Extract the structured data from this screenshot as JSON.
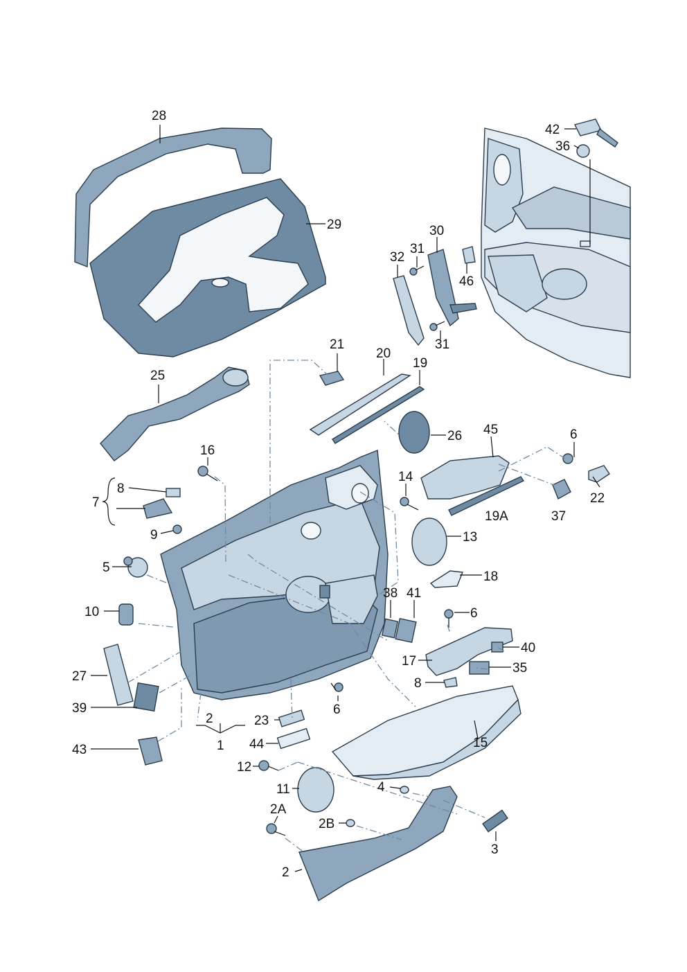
{
  "callouts": {
    "c1": "1",
    "c2a": "2",
    "c2b": "2",
    "c2A": "2A",
    "c2B": "2B",
    "c3": "3",
    "c4": "4",
    "c5": "5",
    "c6a": "6",
    "c6b": "6",
    "c6c": "6",
    "c7": "7",
    "c8a": "8",
    "c8b": "8",
    "c9": "9",
    "c10": "10",
    "c11": "11",
    "c12": "12",
    "c13": "13",
    "c14": "14",
    "c15": "15",
    "c16": "16",
    "c17": "17",
    "c18": "18",
    "c19": "19",
    "c19A": "19A",
    "c20": "20",
    "c21": "21",
    "c22": "22",
    "c23": "23",
    "c25": "25",
    "c26": "26",
    "c27": "27",
    "c28": "28",
    "c29": "29",
    "c30": "30",
    "c31a": "31",
    "c31b": "31",
    "c32": "32",
    "c35": "35",
    "c36": "36",
    "c37": "37",
    "c38": "38",
    "c39": "39",
    "c40": "40",
    "c41": "41",
    "c42": "42",
    "c43": "43",
    "c44": "44",
    "c45": "45",
    "c46": "46"
  },
  "colors": {
    "panel": "#8ea7bd",
    "panel_dark": "#6f8ba4",
    "panel_light": "#c7d6e3",
    "outline": "#2a3c4c",
    "leader_dash": "#6f8aa3"
  }
}
